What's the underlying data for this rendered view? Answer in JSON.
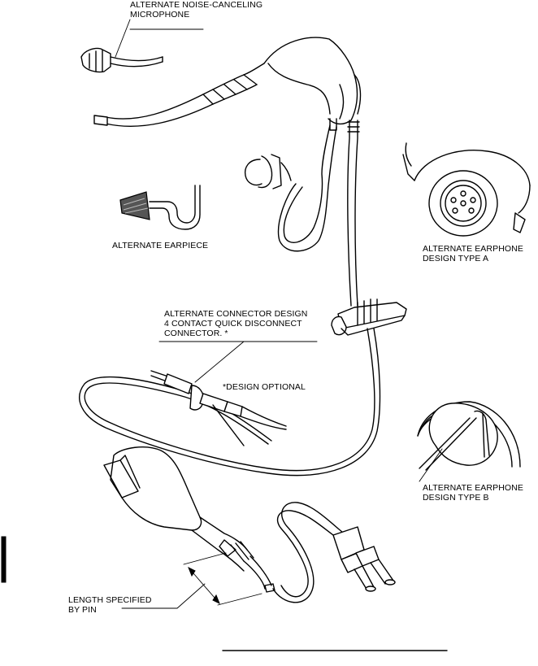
{
  "labels": {
    "mic": {
      "line1": "ALTERNATE NOISE-CANCELING",
      "line2": "MICROPHONE"
    },
    "earpiece": "ALTERNATE EARPIECE",
    "earphone_a": {
      "line1": "ALTERNATE EARPHONE",
      "line2": "DESIGN TYPE A"
    },
    "connector": {
      "line1": "ALTERNATE CONNECTOR DESIGN",
      "line2": "4 CONTACT QUICK DISCONNECT",
      "line3": "CONNECTOR. *"
    },
    "optional": "*DESIGN OPTIONAL",
    "earphone_b": {
      "line1": "ALTERNATE EARPHONE",
      "line2": "DESIGN TYPE B"
    },
    "length": {
      "line1": "LENGTH SPECIFIED",
      "line2": "BY PIN"
    }
  }
}
